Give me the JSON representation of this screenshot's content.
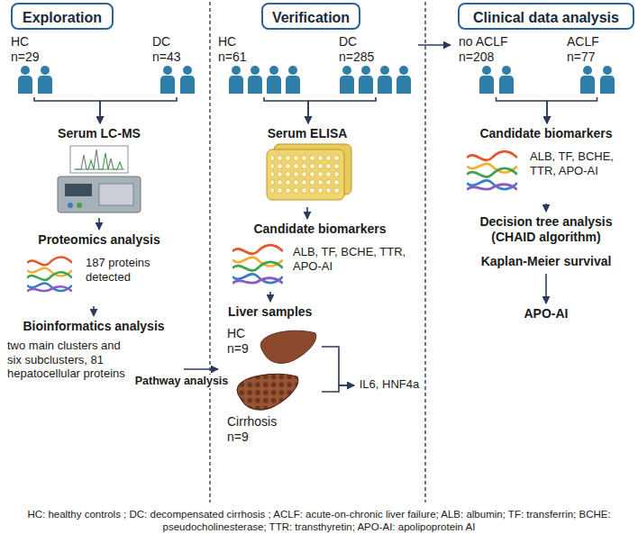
{
  "diagram": {
    "caption": "HC: healthy controls ; DC: decompensated cirrhosis ; ACLF: acute-on-chronic liver failure; ALB: albumin; TF: transferrin; BCHE: pseudocholinesterase; TTR: transthyretin; APO-AI: apolipoprotein AI",
    "nodes": [
      {
        "text": [
          "Exploration"
        ]
      },
      {
        "text": [
          "HC n=29"
        ]
      },
      {
        "text": [
          "DC n=43"
        ]
      },
      {
        "text": [
          "Serum LC-MS"
        ]
      },
      {
        "text": [
          "Proteomics analysis",
          "187 proteins detected"
        ]
      },
      {
        "text": [
          "Bioinformatics analysis",
          "two main clusters and six subclusters, 81 hepatocellular proteins"
        ]
      },
      {
        "text": [
          "Verification"
        ]
      },
      {
        "text": [
          "HC n=61"
        ]
      },
      {
        "text": [
          "DC n=285"
        ]
      },
      {
        "text": [
          "Serum ELISA"
        ]
      },
      {
        "text": [
          "Candidate biomarkers",
          "ALB, TF, BCHE, TTR, APO-AI"
        ]
      },
      {
        "text": [
          "Liver samples"
        ]
      },
      {
        "text": [
          "HC n=9"
        ],
        "in": 11
      },
      {
        "text": [
          "Cirrhosis n=9"
        ],
        "in": 11
      },
      {
        "text": [
          "IL6, HNF4a"
        ]
      },
      {
        "text": [
          "Clinical data analysis"
        ]
      },
      {
        "text": [
          "no ACLF n=208"
        ]
      },
      {
        "text": [
          "ACLF n=77"
        ]
      },
      {
        "text": [
          "Candidate biomarkers",
          "ALB, TF, BCHE, TTR, APO-AI"
        ]
      },
      {
        "text": [
          "Decision tree analysis (CHAID algorithm)"
        ]
      },
      {
        "text": [
          "Kaplan-Meier survival"
        ]
      },
      {
        "text": [
          "APO-AI"
        ]
      }
    ],
    "edges": [
      {
        "from": 1,
        "to": 3,
        "arrow": "to"
      },
      {
        "from": 2,
        "to": 3,
        "arrow": "to"
      },
      {
        "from": 3,
        "to": 4,
        "arrow": "to"
      },
      {
        "from": 4,
        "to": 5,
        "arrow": "to"
      },
      {
        "from": 5,
        "to": 11,
        "label": "Pathway analysis",
        "arrow": "to"
      },
      {
        "from": 7,
        "to": 9,
        "arrow": "to"
      },
      {
        "from": 8,
        "to": 9,
        "arrow": "to"
      },
      {
        "from": 9,
        "to": 10,
        "arrow": "to"
      },
      {
        "from": 10,
        "to": 11,
        "arrow": "to"
      },
      {
        "from": 12,
        "to": 14,
        "arrow": "to"
      },
      {
        "from": 13,
        "to": 14,
        "arrow": "to"
      },
      {
        "from": 8,
        "to": 16,
        "arrow": "to"
      },
      {
        "from": 16,
        "to": 18,
        "arrow": "to"
      },
      {
        "from": 17,
        "to": 18,
        "arrow": "to"
      },
      {
        "from": 18,
        "to": 19,
        "arrow": "to"
      },
      {
        "from": 20,
        "to": 21,
        "arrow": "to"
      }
    ]
  }
}
